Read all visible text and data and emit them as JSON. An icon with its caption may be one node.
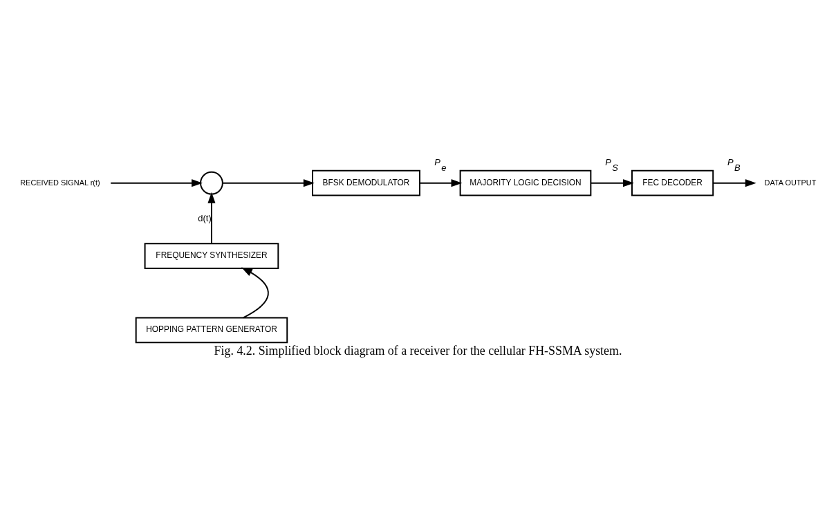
{
  "diagram": {
    "caption": "Fig. 4.2. Simplified block diagram of a receiver for the cellular FH-SSMA system.",
    "nodes": [
      {
        "text": [
          "RECEIVED SIGNAL r(t)"
        ]
      },
      {
        "text": [],
        "shape": "circle"
      },
      {
        "text": [
          "BFSK DEMODULATOR"
        ]
      },
      {
        "text": [
          "MAJORITY LOGIC DECISION"
        ]
      },
      {
        "text": [
          "FEC DECODER"
        ]
      },
      {
        "text": [
          "DATA OUTPUT"
        ]
      },
      {
        "text": [
          "FREQUENCY SYNTHESIZER"
        ]
      },
      {
        "text": [
          "HOPPING PATTERN GENERATOR"
        ]
      }
    ],
    "edges": [
      {
        "from": 0,
        "to": 1,
        "arrow": "to"
      },
      {
        "from": 1,
        "to": 2,
        "arrow": "to"
      },
      {
        "from": 2,
        "to": 3,
        "arrow": "to",
        "label": "P$_{e}$"
      },
      {
        "from": 3,
        "to": 4,
        "arrow": "to",
        "label": "P$_{S}$"
      },
      {
        "from": 4,
        "to": 5,
        "arrow": "to",
        "label": "P$_{B}$"
      },
      {
        "from": 6,
        "to": 1,
        "arrow": "to",
        "label": "d(t)"
      },
      {
        "from": 7,
        "to": 6,
        "arrow": "to"
      }
    ]
  }
}
